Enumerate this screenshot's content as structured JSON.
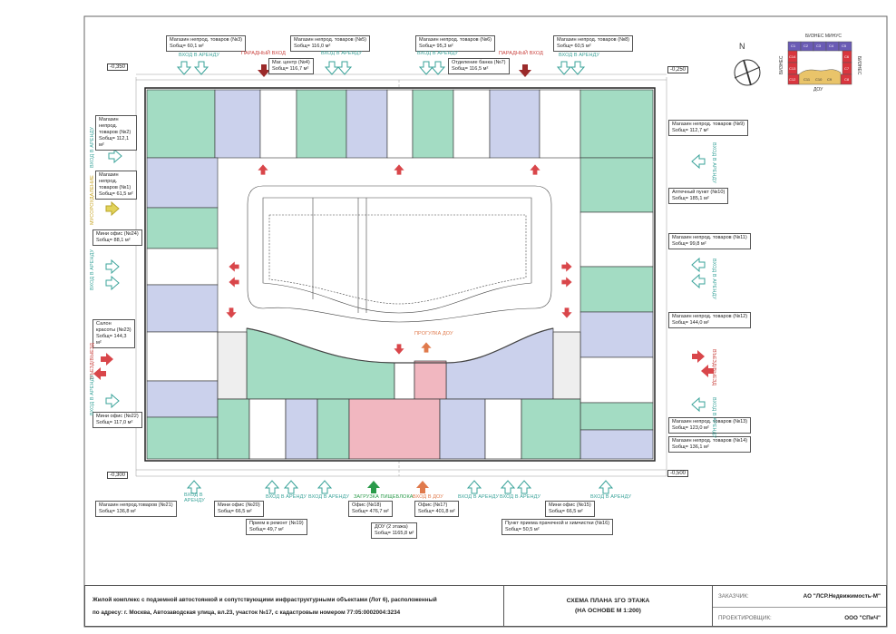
{
  "colors": {
    "green": "#a3dcc3",
    "blue": "#cbd1ec",
    "pink": "#f1b7c0",
    "teal": "#3aa39a",
    "red": "#c9413d",
    "yellow": "#c7a321"
  },
  "area_prefix": "Sобщ=",
  "labels": {
    "top": [
      {
        "name": "Магазин непрод. товаров (№3)",
        "area": "Sобщ= 60,1 м²"
      },
      {
        "name": "Маг. центр (№4)",
        "area": "Sобщ= 116,7 м²"
      },
      {
        "name": "Магазин непрод. товаров (№5)",
        "area": "Sобщ= 116,0 м²"
      },
      {
        "name": "Магазин непрод. товаров (№6)",
        "area": "Sобщ= 95,3 м²"
      },
      {
        "name": "Отделение банка (№7)",
        "area": "Sобщ= 116,5 м²"
      },
      {
        "name": "Магазин непрод. товаров (№8)",
        "area": "Sобщ= 60,5 м²"
      }
    ],
    "left": [
      {
        "name": "Магазин непрод. товаров (№2)",
        "area": "Sобщ= 112,1 м²"
      },
      {
        "name": "Магазин непрод. товаров (№1)",
        "area": "Sобщ= 61,5 м²"
      },
      {
        "name": "Мини офис (№24)",
        "area": "Sобщ= 88,1 м²"
      },
      {
        "name": "Салон красоты (№23)",
        "area": "Sобщ= 144,3 м²"
      },
      {
        "name": "Мини офис (№22)",
        "area": "Sобщ= 117,0 м²"
      }
    ],
    "right": [
      {
        "name": "Магазин непрод. товаров (№9)",
        "area": "Sобщ= 112,7 м²"
      },
      {
        "name": "Аптечный пункт (№10)",
        "area": "Sобщ= 185,1 м²"
      },
      {
        "name": "Магазин непрод. товаров (№11)",
        "area": "Sобщ= 99,8 м²"
      },
      {
        "name": "Магазин непрод. товаров (№12)",
        "area": "Sобщ= 144,0 м²"
      },
      {
        "name": "Магазин непрод. товаров (№13)",
        "area": "Sобщ= 123,0 м²"
      },
      {
        "name": "Магазин непрод. товаров (№14)",
        "area": "Sобщ= 136,1 м²"
      }
    ],
    "bottom": [
      {
        "name": "Магазин непрод.товаров (№21)",
        "area": "Sобщ= 136,8 м²"
      },
      {
        "name": "Мини офис (№20)",
        "area": "Sобщ= 66,5 м²"
      },
      {
        "name": "Прием в ремонт (№19)",
        "area": "Sобщ= 49,7 м²"
      },
      {
        "name": "Офис (№18)",
        "area": "Sобщ= 476,7 м²"
      },
      {
        "name": "ДОУ (2 этажа)",
        "area": "Sобщ= 1165,8 м²"
      },
      {
        "name": "Офис (№17)",
        "area": "Sобщ= 401,8 м²"
      },
      {
        "name": "Мини офис (№15)",
        "area": "Sобщ= 66,5 м²"
      },
      {
        "name": "Пункт приема прачечной и химчистки (№16)",
        "area": "Sобщ= 50,5 м²"
      }
    ]
  },
  "entrances": {
    "rent": "ВХОД В АРЕНДУ",
    "main": "ПАРАДНЫЙ ВХОД",
    "waste": "МУСОРОУДАЛЕНИЕ",
    "drive": "ВЪЕЗД/ВЫЕЗД",
    "loading": "ЗАГРУЗКА ПИЩЕБЛОКА",
    "kindergarten": "ВХОД В ДОУ",
    "walk": "ПРОГУЛКА ДОУ"
  },
  "elevations": [
    "-0,350",
    "-0,250",
    "-0,300",
    "-0,500"
  ],
  "key_plan": {
    "top": "БИЗНЕС МИНУС",
    "left": "БИЗНЕС",
    "right": "БИЗНЕС",
    "bottom": "ДОУ",
    "cells": [
      "C1",
      "C2",
      "C3",
      "C4",
      "C5",
      "C6",
      "C7",
      "C8",
      "C9",
      "C10",
      "C11",
      "C12",
      "C13",
      "C14"
    ],
    "north": "N"
  },
  "title_block": {
    "description_line1": "Жилой комплекс с подземной автостоянкой и сопутствующими инфраструктурными объектами (Лот 6), расположенный",
    "description_line2": "по адресу: г. Москва, Автозаводская улица, вл.23, участок №17, с кадастровым номером 77:05:0002004:3234",
    "title": "СХЕМА ПЛАНА 1ГО ЭТАЖА",
    "subtitle": "(НА ОСНОВЕ М 1:200)",
    "client_label": "ЗАКАЗЧИК:",
    "client": "АО \"ЛСР.Недвижимость-М\"",
    "designer_label": "ПРОЕКТИРОВЩИК:",
    "designer": "ООО \"СПиЧ\""
  }
}
